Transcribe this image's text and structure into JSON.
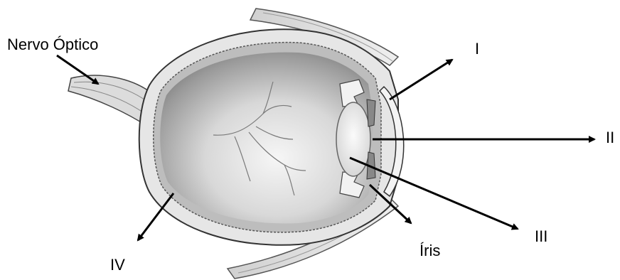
{
  "labels": {
    "optic_nerve": "Nervo Óptico",
    "pointer_1": "I",
    "pointer_2": "II",
    "pointer_3": "III",
    "iris": "Íris",
    "pointer_4": "IV"
  }
}
